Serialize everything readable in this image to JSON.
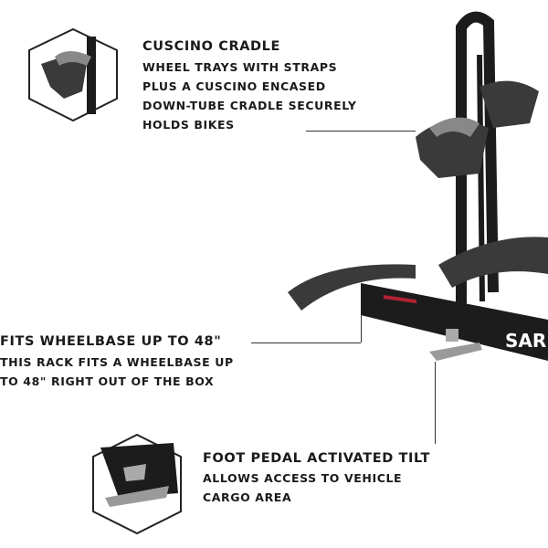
{
  "brand_mark": "SAR",
  "callouts": [
    {
      "heading": "CUSCINO CRADLE",
      "lines": [
        "WHEEL TRAYS WITH STRAPS",
        "PLUS A CUSCINO ENCASED",
        "DOWN-TUBE CRADLE SECURELY",
        "HOLDS BIKES"
      ]
    },
    {
      "heading": "FITS WHEELBASE UP TO 48\"",
      "lines": [
        "THIS RACK FITS A WHEELBASE UP",
        "TO 48\" RIGHT OUT OF THE BOX"
      ]
    },
    {
      "heading": "FOOT PEDAL ACTIVATED TILT",
      "lines": [
        "ALLOWS ACCESS TO VEHICLE",
        "CARGO AREA"
      ]
    }
  ],
  "colors": {
    "rack": "#1c1c1c",
    "tray": "#3a3a3a",
    "pedal": "#9a9a9a",
    "text": "#1a1a1a"
  }
}
